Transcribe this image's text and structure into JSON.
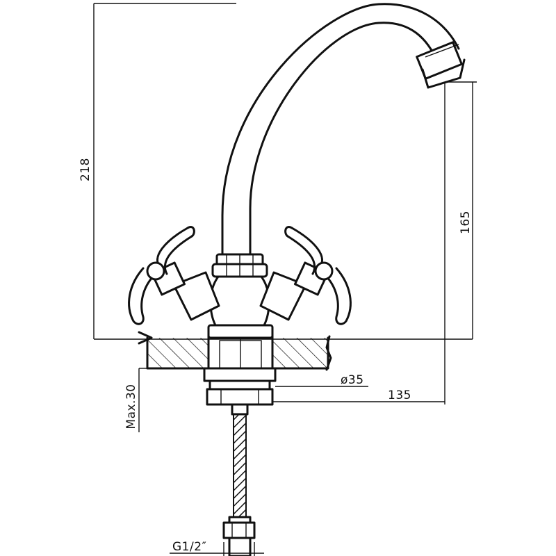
{
  "dimensions": {
    "overall_height": "218",
    "spout_height": "165",
    "thread_diameter": "ø35",
    "spout_reach": "135",
    "max_thickness": "Max.30",
    "connection_thread": "G1/2″"
  },
  "colors": {
    "line": "#111111",
    "background": "#ffffff"
  }
}
